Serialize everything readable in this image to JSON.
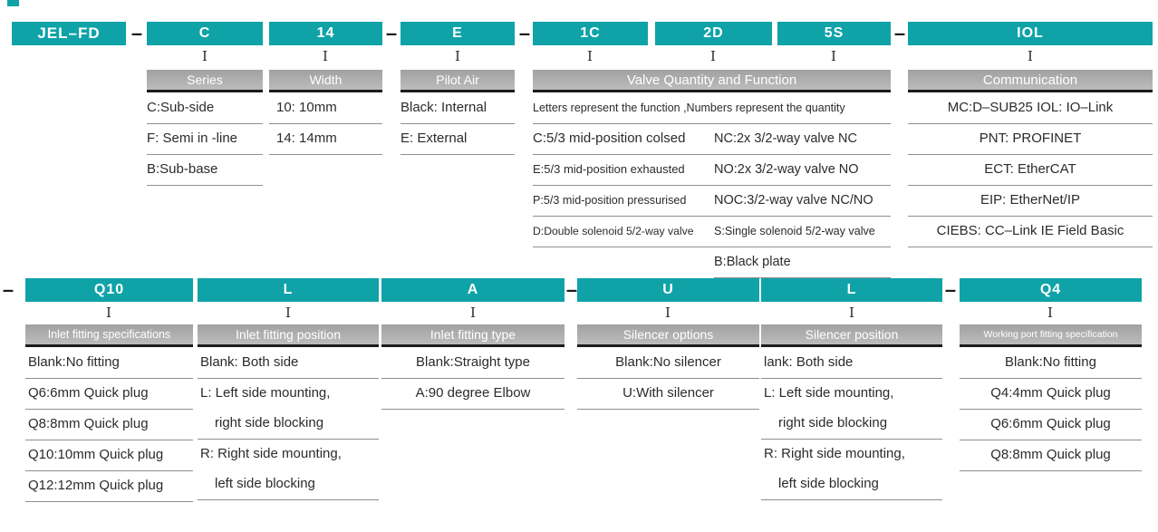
{
  "dash": "–",
  "connector_glyph": "I",
  "colors": {
    "accent_teal": "#0fa3a8",
    "header_gray": "#adadad",
    "underline_gray": "#8f8f8f",
    "text_dark": "#2b2b2b",
    "dash_black": "#1c1c1c"
  },
  "codes": {
    "model": "JEL–FD",
    "series": "C",
    "width": "14",
    "pilot_air": "E",
    "valve_1": "1C",
    "valve_2": "2D",
    "valve_3": "5S",
    "communication": "IOL",
    "inlet_fitting_spec": "Q10",
    "inlet_fitting_pos": "L",
    "inlet_fitting_type": "A",
    "silencer_options": "U",
    "silencer_pos": "L",
    "working_port": "Q4"
  },
  "series": {
    "header": "Series",
    "items": [
      "C:Sub-side",
      "F: Semi in -line",
      "B:Sub-base"
    ]
  },
  "width": {
    "header": "Width",
    "items": [
      "10: 10mm",
      "14: 14mm"
    ]
  },
  "pilot_air": {
    "header": "Pilot Air",
    "items": [
      "Black: Internal",
      "E: External"
    ]
  },
  "valve": {
    "header": "Valve Quantity and Function",
    "note": "Letters represent the function ,Numbers represent the quantity",
    "left_items": [
      "C:5/3 mid-position colsed",
      "E:5/3 mid-position exhausted",
      "P:5/3 mid-position pressurised",
      "D:Double solenoid 5/2-way valve"
    ],
    "right_items": [
      "NC:2x 3/2-way valve NC",
      "NO:2x 3/2-way valve NO",
      "NOC:3/2-way valve NC/NO",
      "S:Single solenoid 5/2-way valve",
      "B:Black plate"
    ]
  },
  "communication": {
    "header": "Communication",
    "items": [
      "MC:D–SUB25 IOL: IO–Link",
      "PNT: PROFINET",
      "ECT: EtherCAT",
      "EIP: EtherNet/IP",
      "CIEBS: CC–Link IE Field Basic"
    ]
  },
  "inlet_fitting_spec": {
    "header": "Inlet fitting specifications",
    "items": [
      "Blank:No fitting",
      "Q6:6mm Quick plug",
      "Q8:8mm Quick plug",
      "Q10:10mm Quick plug",
      "Q12:12mm Quick plug"
    ]
  },
  "inlet_fitting_pos": {
    "header": "Inlet fitting position",
    "lines": [
      "Blank: Both side",
      "L: Left side mounting,",
      "right side blocking",
      "R: Right side mounting,",
      "left side blocking"
    ]
  },
  "inlet_fitting_type": {
    "header": "Inlet fitting type",
    "items": [
      "Blank:Straight type",
      "A:90 degree Elbow"
    ]
  },
  "silencer_options": {
    "header": "Silencer options",
    "items": [
      "Blank:No silencer",
      "U:With silencer"
    ]
  },
  "silencer_pos": {
    "header": "Silencer position",
    "lines": [
      "lank: Both side",
      "L: Left side mounting,",
      "right side blocking",
      "R: Right side mounting,",
      "left side blocking"
    ]
  },
  "working_port": {
    "header": "Working port fitting specification",
    "items": [
      "Blank:No fitting",
      "Q4:4mm Quick plug",
      "Q6:6mm Quick plug",
      "Q8:8mm Quick plug"
    ]
  }
}
